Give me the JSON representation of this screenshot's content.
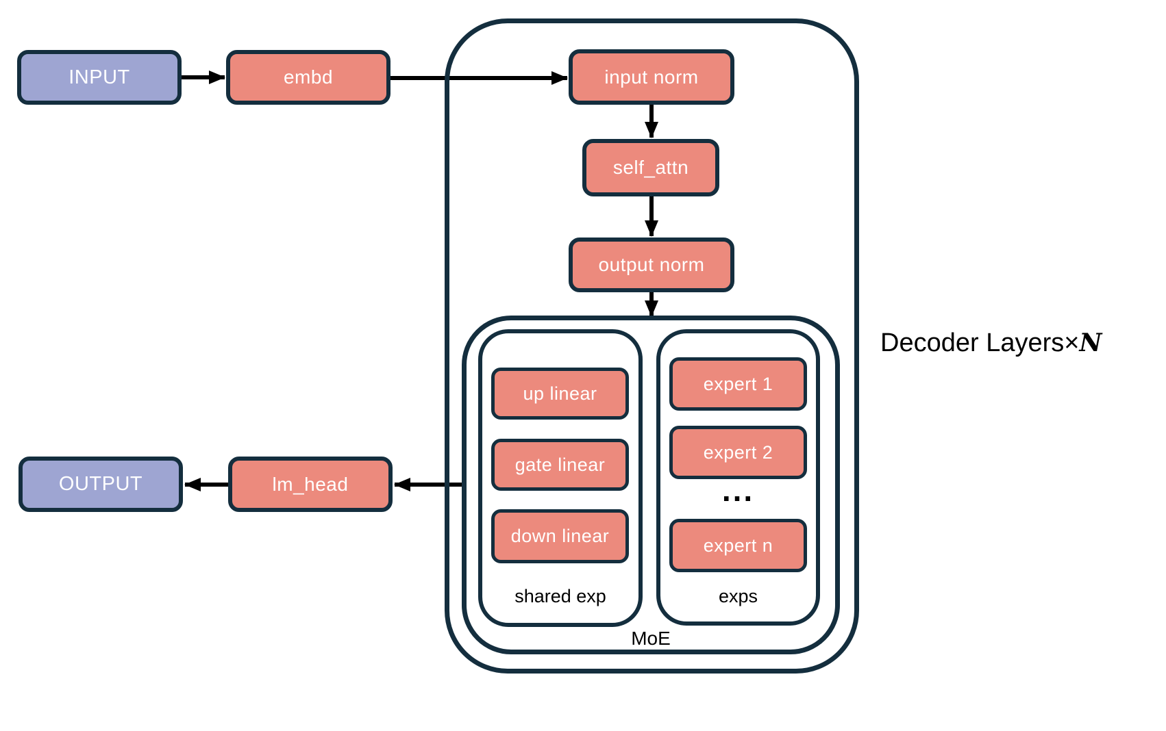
{
  "diagram": {
    "type": "architecture-flow",
    "colors": {
      "node_fill": "#ec8a7d",
      "io_fill": "#9ea5d2",
      "outline": "#142e3e",
      "arrow": "#000000",
      "label_text": "#000000",
      "node_text": "#ffffff",
      "background": "#ffffff"
    },
    "nodes": {
      "input": "INPUT",
      "embd": "embd",
      "input_norm": "input norm",
      "self_attn": "self_attn",
      "output_norm": "output norm",
      "up_linear": "up linear",
      "gate_linear": "gate linear",
      "down_linear": "down linear",
      "expert_1": "expert 1",
      "expert_2": "expert 2",
      "expert_ellipsis": "...",
      "expert_n": "expert n",
      "lm_head": "lm_head",
      "output": "OUTPUT"
    },
    "groups": {
      "shared_exp_label": "shared exp",
      "exps_label": "exps",
      "moe_label": "MoE",
      "decoder_layers_prefix": "Decoder Layers",
      "times_symbol": "×",
      "repeat_variable": "N"
    },
    "flow": [
      "INPUT → embd → input norm → self_attn → output norm → MoE → lm_head → OUTPUT"
    ]
  }
}
